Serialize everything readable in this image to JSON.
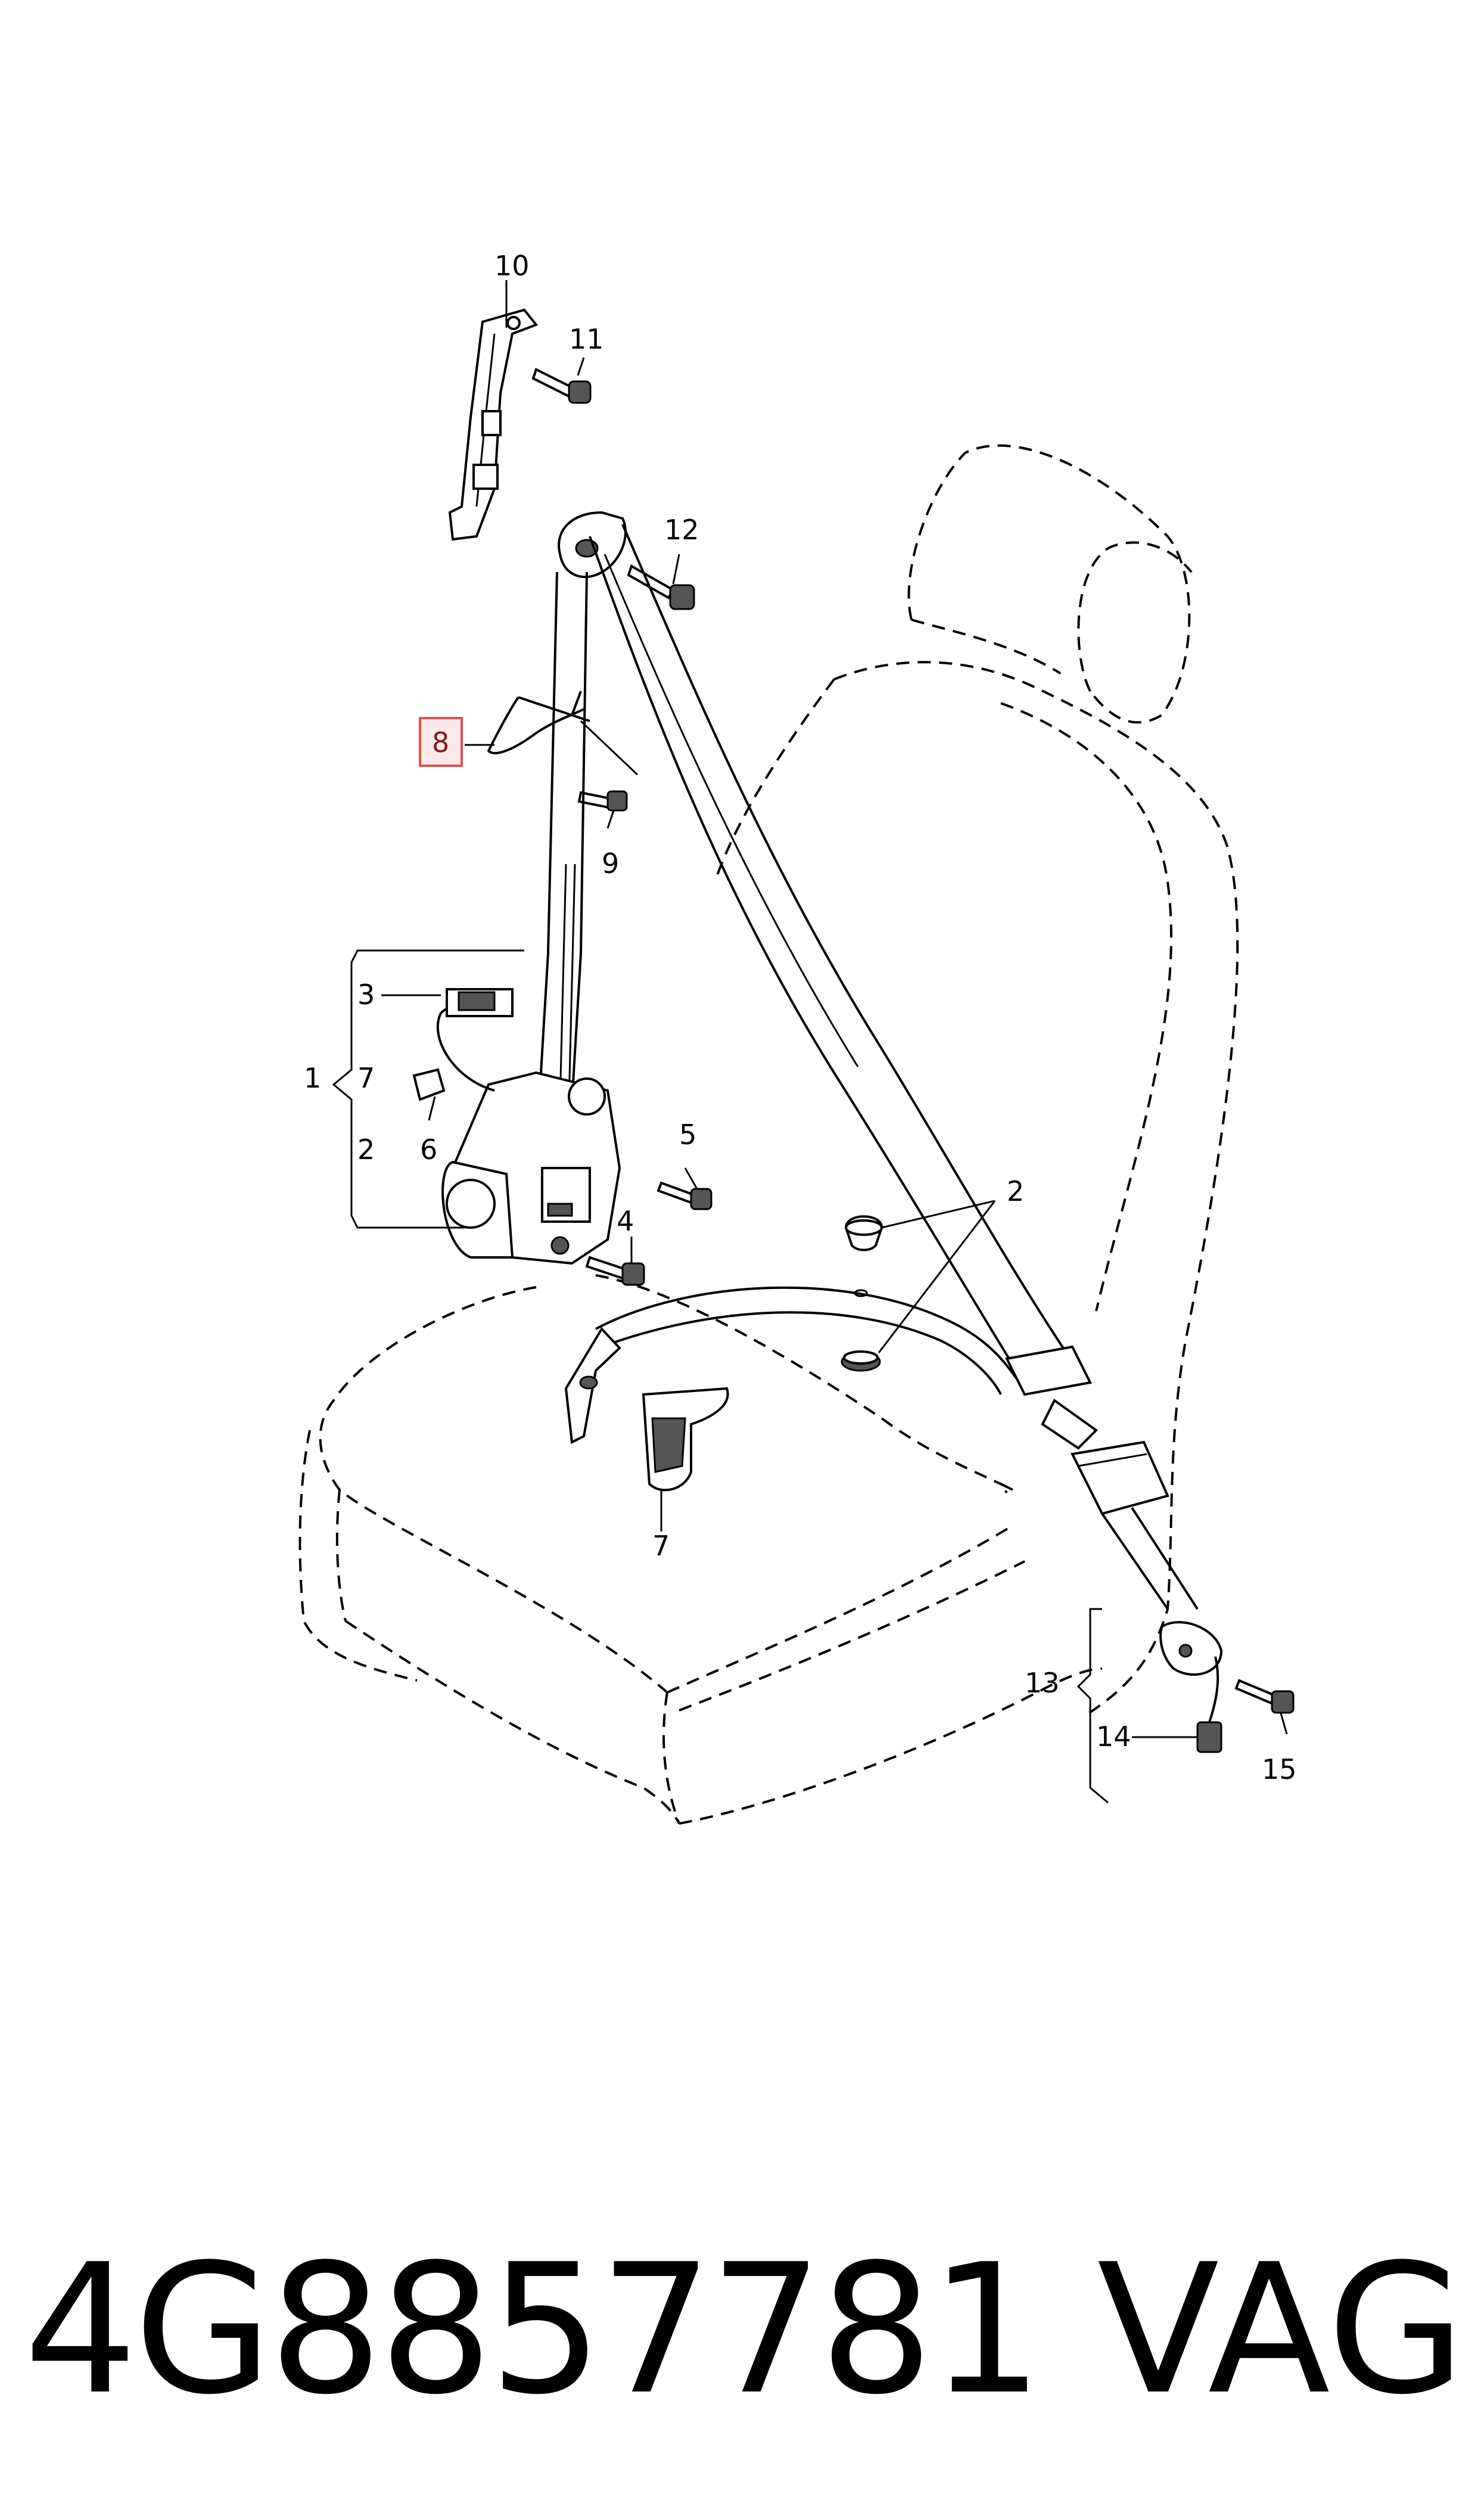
{
  "callouts": {
    "c1": "1",
    "c2a": "2",
    "c2b": "2",
    "c3": "3",
    "c4": "4",
    "c5": "5",
    "c6": "6",
    "c7a": "7",
    "c7b": "7",
    "c8": "8",
    "c9": "9",
    "c10": "10",
    "c11": "11",
    "c12": "12",
    "c13": "13",
    "c14": "14",
    "c15": "15"
  },
  "highlight_color": "#e05050",
  "footer": {
    "part_number": "4G8857781",
    "brand": "VAG"
  }
}
